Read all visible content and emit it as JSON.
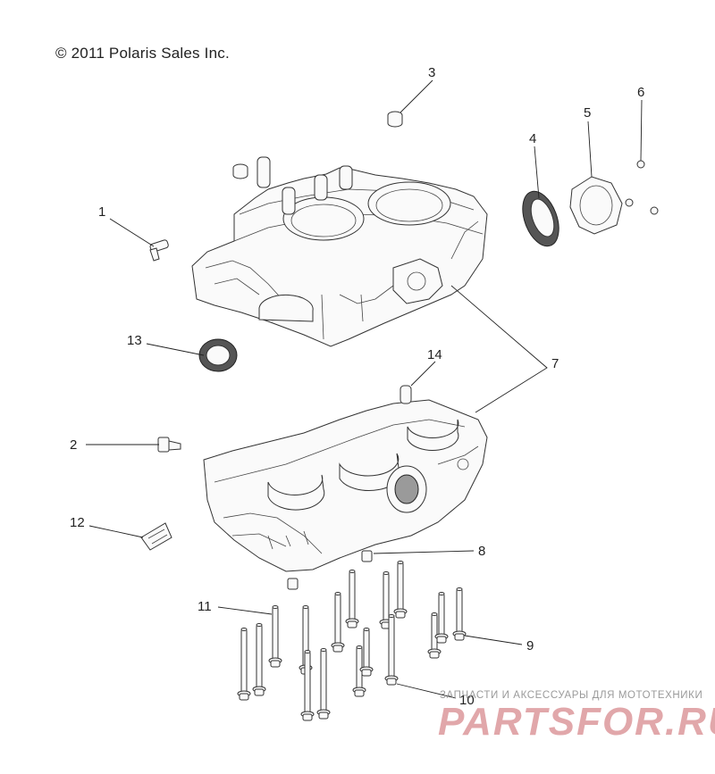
{
  "copyright": "© 2011 Polaris Sales Inc.",
  "callouts": [
    "1",
    "2",
    "3",
    "4",
    "5",
    "6",
    "7",
    "8",
    "9",
    "10",
    "11",
    "12",
    "13",
    "14"
  ],
  "watermark": {
    "tagline": "ЗАПЧАСТИ И АКСЕССУАРЫ ДЛЯ МОТОТЕХНИКИ",
    "logo_text": "PARTSFOR.RU"
  }
}
